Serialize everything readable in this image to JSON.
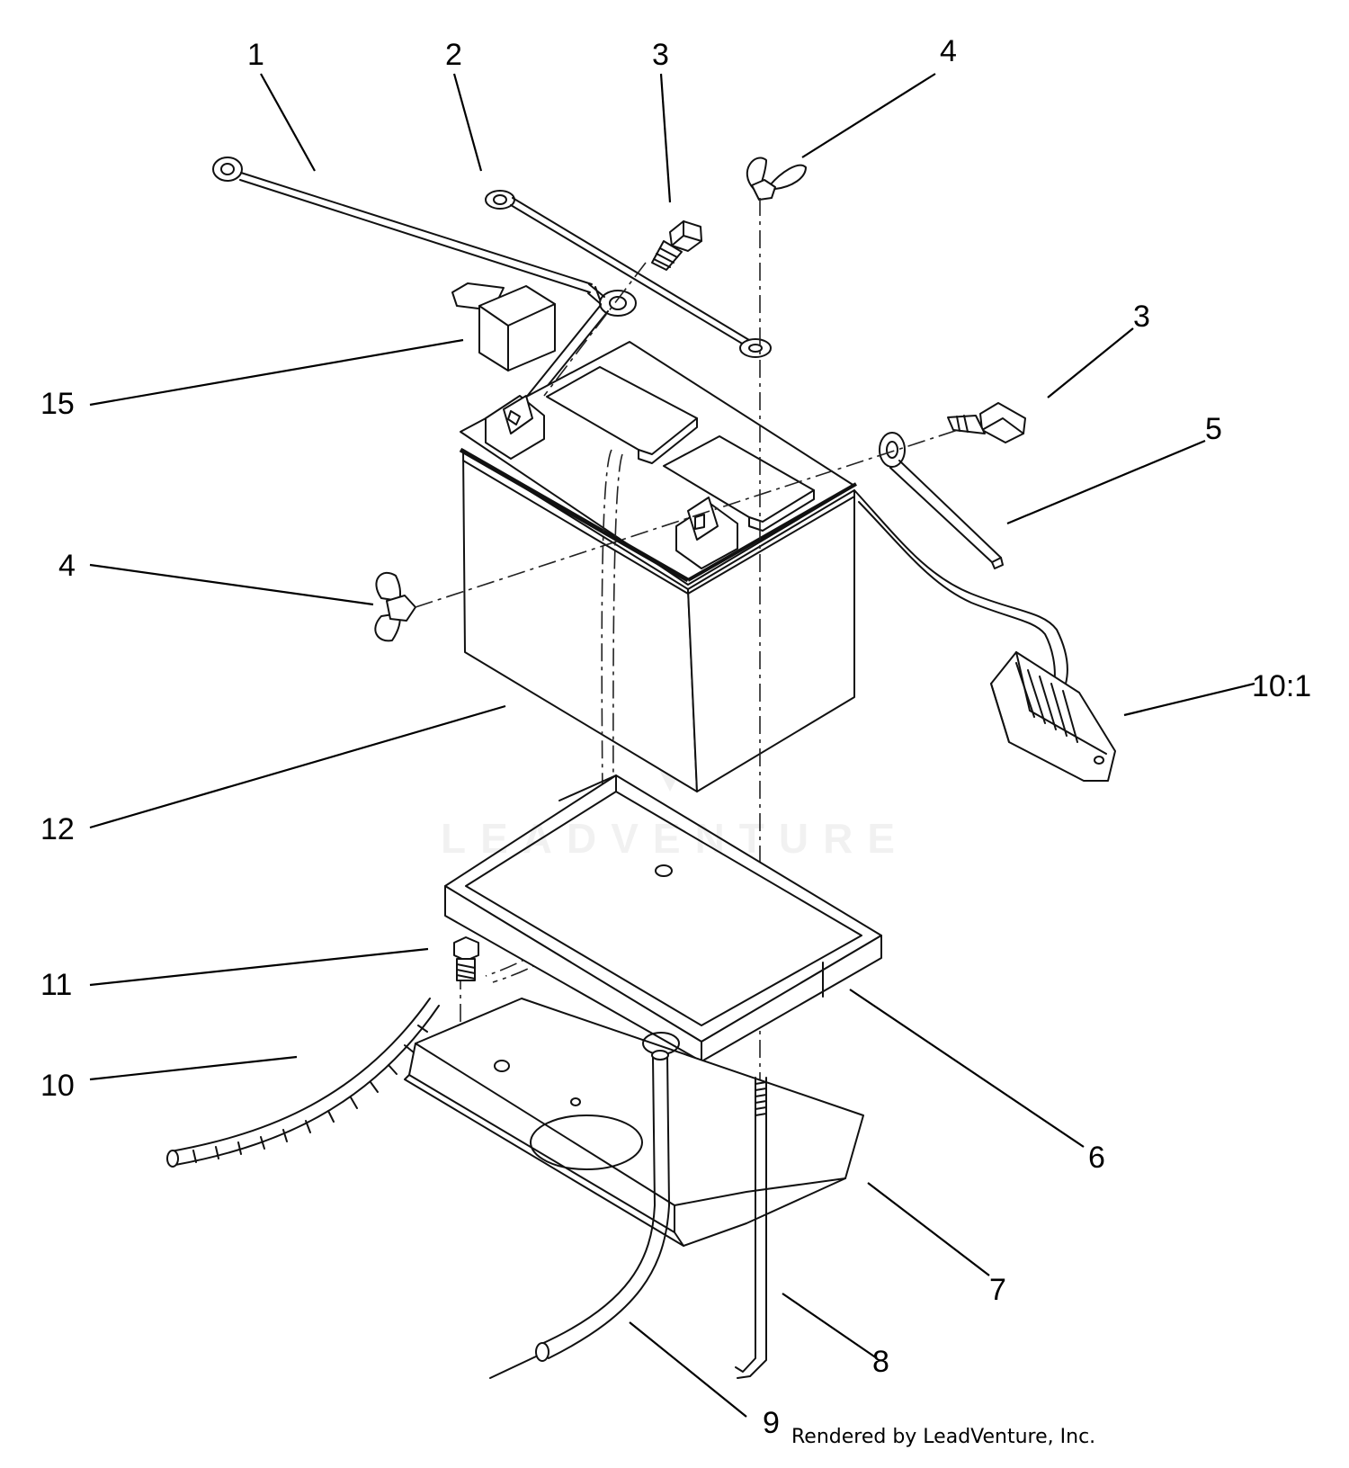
{
  "callouts": {
    "c1": "1",
    "c2": "2",
    "c3a": "3",
    "c4a": "4",
    "c3b": "3",
    "c15": "15",
    "c5": "5",
    "c4b": "4",
    "c10_1": "10:1",
    "c12": "12",
    "c11": "11",
    "c10": "10",
    "c6": "6",
    "c7": "7",
    "c8": "8",
    "c9": "9"
  },
  "credit": "Rendered by LeadVenture, Inc.",
  "watermark": "LEADVENTURE"
}
